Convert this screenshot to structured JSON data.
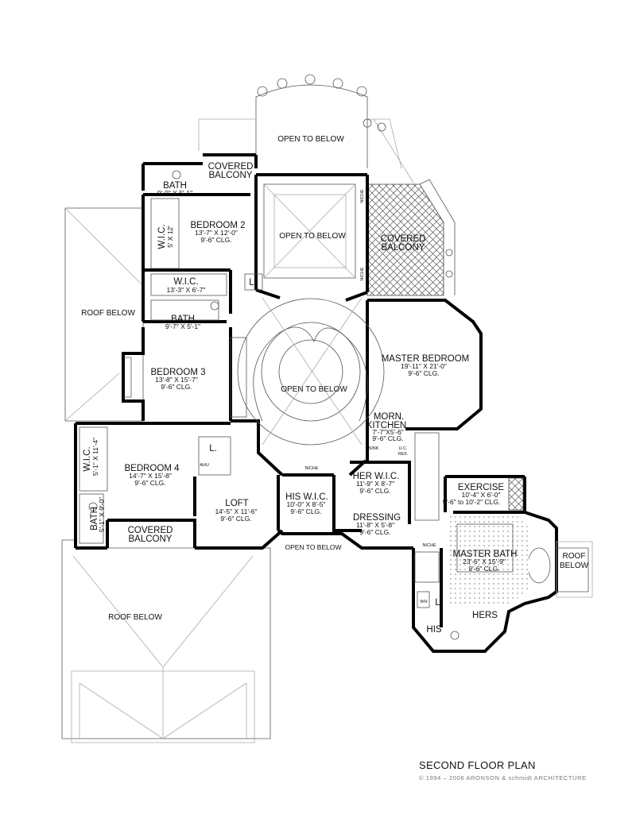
{
  "plan": {
    "title": "SECOND FLOOR PLAN",
    "copyright": "© 1994 – 2006 ARONSON & schmidt ARCHITECTURE"
  },
  "rooms": {
    "open_below_top": "OPEN TO BELOW",
    "covered_balcony_top": [
      "COVERED",
      "BALCONY"
    ],
    "bath1": {
      "name": "BATH",
      "dim": "9'-0\" X 5'-1\""
    },
    "wic1": {
      "name": "W.I.C.",
      "dim": "5' X 12'"
    },
    "bedroom2": {
      "name": "BEDROOM 2",
      "dim": "13'-7\" X 12'-0\"",
      "clg": "9'-6\" CLG."
    },
    "open_below_mid": "OPEN TO BELOW",
    "covered_balcony_right": [
      "COVERED",
      "BALCONY"
    ],
    "wic2": {
      "name": "W.I.C.",
      "dim": "13'-3\" X 6'-7\""
    },
    "linen1": "L.",
    "bath2": {
      "name": "BATH",
      "dim": "9'-7\" X 5'-1\""
    },
    "roof_below_left": "ROOF BELOW",
    "bedroom3": {
      "name": "BEDROOM 3",
      "dim": "13'-8\" X 15'-7\"",
      "clg": "9'-6\" CLG."
    },
    "open_below_stair": "OPEN TO BELOW",
    "master_bedroom": {
      "name": "MASTER BEDROOM",
      "dim": "19'-11\" X 21'-0\"",
      "clg": "9'-6\" CLG."
    },
    "morn_kitchen": {
      "name": [
        "MORN.",
        "KITCHEN"
      ],
      "dim": "7'-7\"X5'-6\"",
      "clg": "9'-6\" CLG."
    },
    "sink": "SINK",
    "uc_ref": [
      "U.C.",
      "REF."
    ],
    "wic3": {
      "name": "W.I.C.",
      "dim": "5'-1\" X 11'-4\""
    },
    "bedroom4": {
      "name": "BEDROOM 4",
      "dim": "14'-7\" X 15'-8\"",
      "clg": "9'-6\" CLG."
    },
    "linen2": "L.",
    "ahu": "AHU",
    "niche1": "NICHE",
    "niche2": "NICHE",
    "niche3": "NICHE",
    "niche4": "NICHE",
    "her_wic": {
      "name": "HER W.I.C.",
      "dim": "11'-9\" X 8'-7\"",
      "clg": "9'-6\" CLG."
    },
    "exercise": {
      "name": "EXERCISE",
      "dim": "10'-4\" X 6'-0\"",
      "clg": "9'-6\" to 10'-2\" CLG."
    },
    "bath3": {
      "name": "BATH",
      "dim": "5'-1\" X 9'-0\""
    },
    "loft": {
      "name": "LOFT",
      "dim": "14'-5\" X 11'-6\"",
      "clg": "9'-6\" CLG."
    },
    "his_wic": {
      "name": "HIS W.I.C.",
      "dim": "10'-0\" X 8'-5\"",
      "clg": "9'-6\" CLG."
    },
    "dressing": {
      "name": "DRESSING",
      "dim": "11'-8\" X 5'-8\"",
      "clg": "9'-6\" CLG."
    },
    "covered_balcony_bottom": [
      "COVERED",
      "BALCONY"
    ],
    "open_below_bottom": "OPEN TO BELOW",
    "master_bath": {
      "name": "MASTER BATH",
      "dim": "23'-6\" X 15'-9\"",
      "clg": "9'-6\" CLG."
    },
    "roof_below_right": [
      "ROOF",
      "BELOW"
    ],
    "wh": "WH",
    "linen3": "L.",
    "hers": "HERS",
    "his": "HIS",
    "roof_below_bottom": "ROOF BELOW"
  }
}
